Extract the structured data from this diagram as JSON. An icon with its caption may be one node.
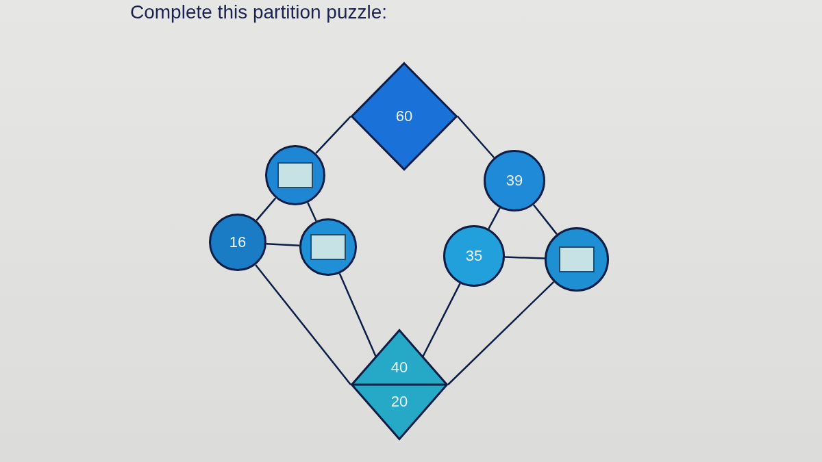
{
  "diagram": {
    "title": "Complete this partition puzzle:",
    "nodes": [
      {
        "text": [
          "60"
        ]
      },
      {
        "text": [],
        "shape": "circle"
      },
      {
        "text": [
          "16"
        ]
      },
      {
        "text": [],
        "shape": "circle"
      },
      {
        "text": [
          "39"
        ]
      },
      {
        "text": [
          "35"
        ]
      },
      {
        "text": [],
        "shape": "circle"
      },
      {
        "text": [
          "40",
          "20"
        ]
      }
    ],
    "edges": [
      {
        "from": 0,
        "to": 1,
        "arrow": "none"
      },
      {
        "from": 0,
        "to": 4,
        "arrow": "none"
      },
      {
        "from": 1,
        "to": 2,
        "arrow": "none"
      },
      {
        "from": 1,
        "to": 3,
        "arrow": "none"
      },
      {
        "from": 2,
        "to": 3,
        "arrow": "none"
      },
      {
        "from": 2,
        "to": 7,
        "arrow": "none"
      },
      {
        "from": 3,
        "to": 7,
        "arrow": "none"
      },
      {
        "from": 4,
        "to": 5,
        "arrow": "none"
      },
      {
        "from": 4,
        "to": 6,
        "arrow": "none"
      },
      {
        "from": 5,
        "to": 6,
        "arrow": "none"
      },
      {
        "from": 5,
        "to": 7,
        "arrow": "none"
      },
      {
        "from": 6,
        "to": 7,
        "arrow": "none"
      }
    ]
  }
}
